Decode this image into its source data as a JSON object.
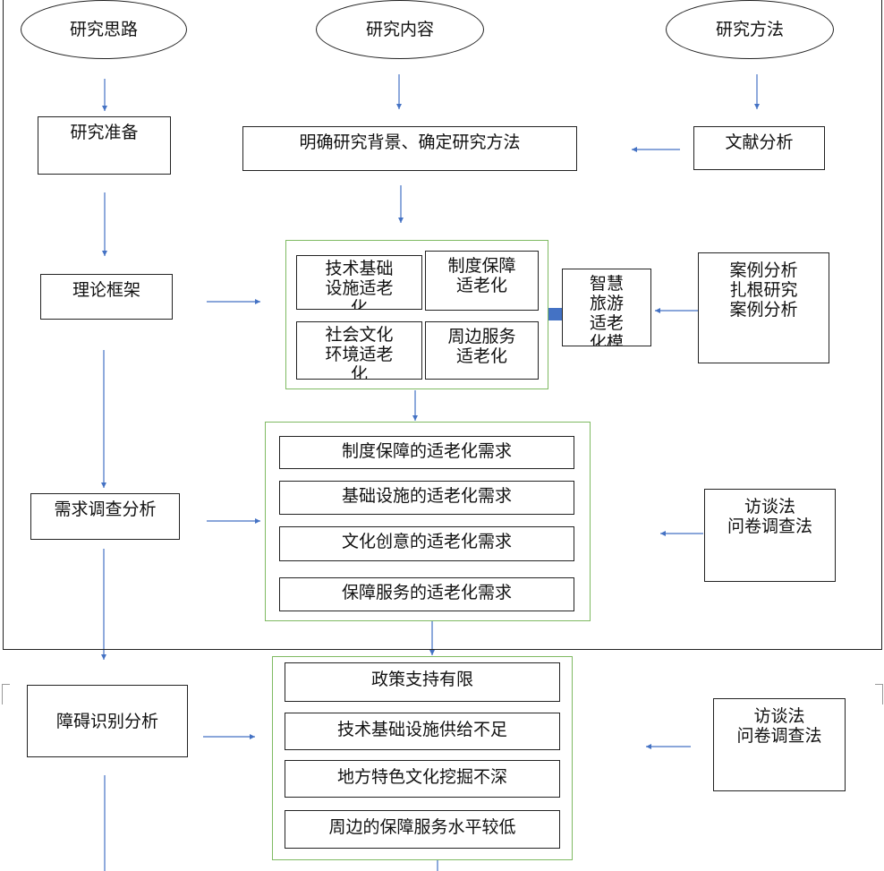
{
  "header": {
    "col1": "研究思路",
    "col2": "研究内容",
    "col3": "研究方法"
  },
  "left_steps": {
    "prepare": "研究准备",
    "framework": "理论框架",
    "demand": "需求调查分析",
    "barrier": "障碍识别分析"
  },
  "content": {
    "background": "明确研究背景、确定研究方法",
    "dims": {
      "tech": "技术基础\n设施适老\n化",
      "policy": "制度保障\n适老化",
      "culture": "社会文化\n环境适老\n化",
      "service": "周边服务\n适老化"
    },
    "model": "智慧\n旅游\n适老\n化模",
    "demands": [
      "制度保障的适老化需求",
      "基础设施的适老化需求",
      "文化创意的适老化需求",
      "保障服务的适老化需求"
    ],
    "barriers": [
      "政策支持有限",
      "技术基础设施供给不足",
      "地方特色文化挖掘不深",
      "周边的保障服务水平较低"
    ]
  },
  "methods": {
    "literature": "文献分析",
    "case": "案例分析\n扎根研究\n案例分析",
    "survey1": "访谈法\n问卷调查法",
    "survey2": "访谈法\n问卷调查法"
  },
  "colors": {
    "arrow": "#4472c4",
    "group_border": "#7fba62",
    "box_border": "#222222"
  }
}
